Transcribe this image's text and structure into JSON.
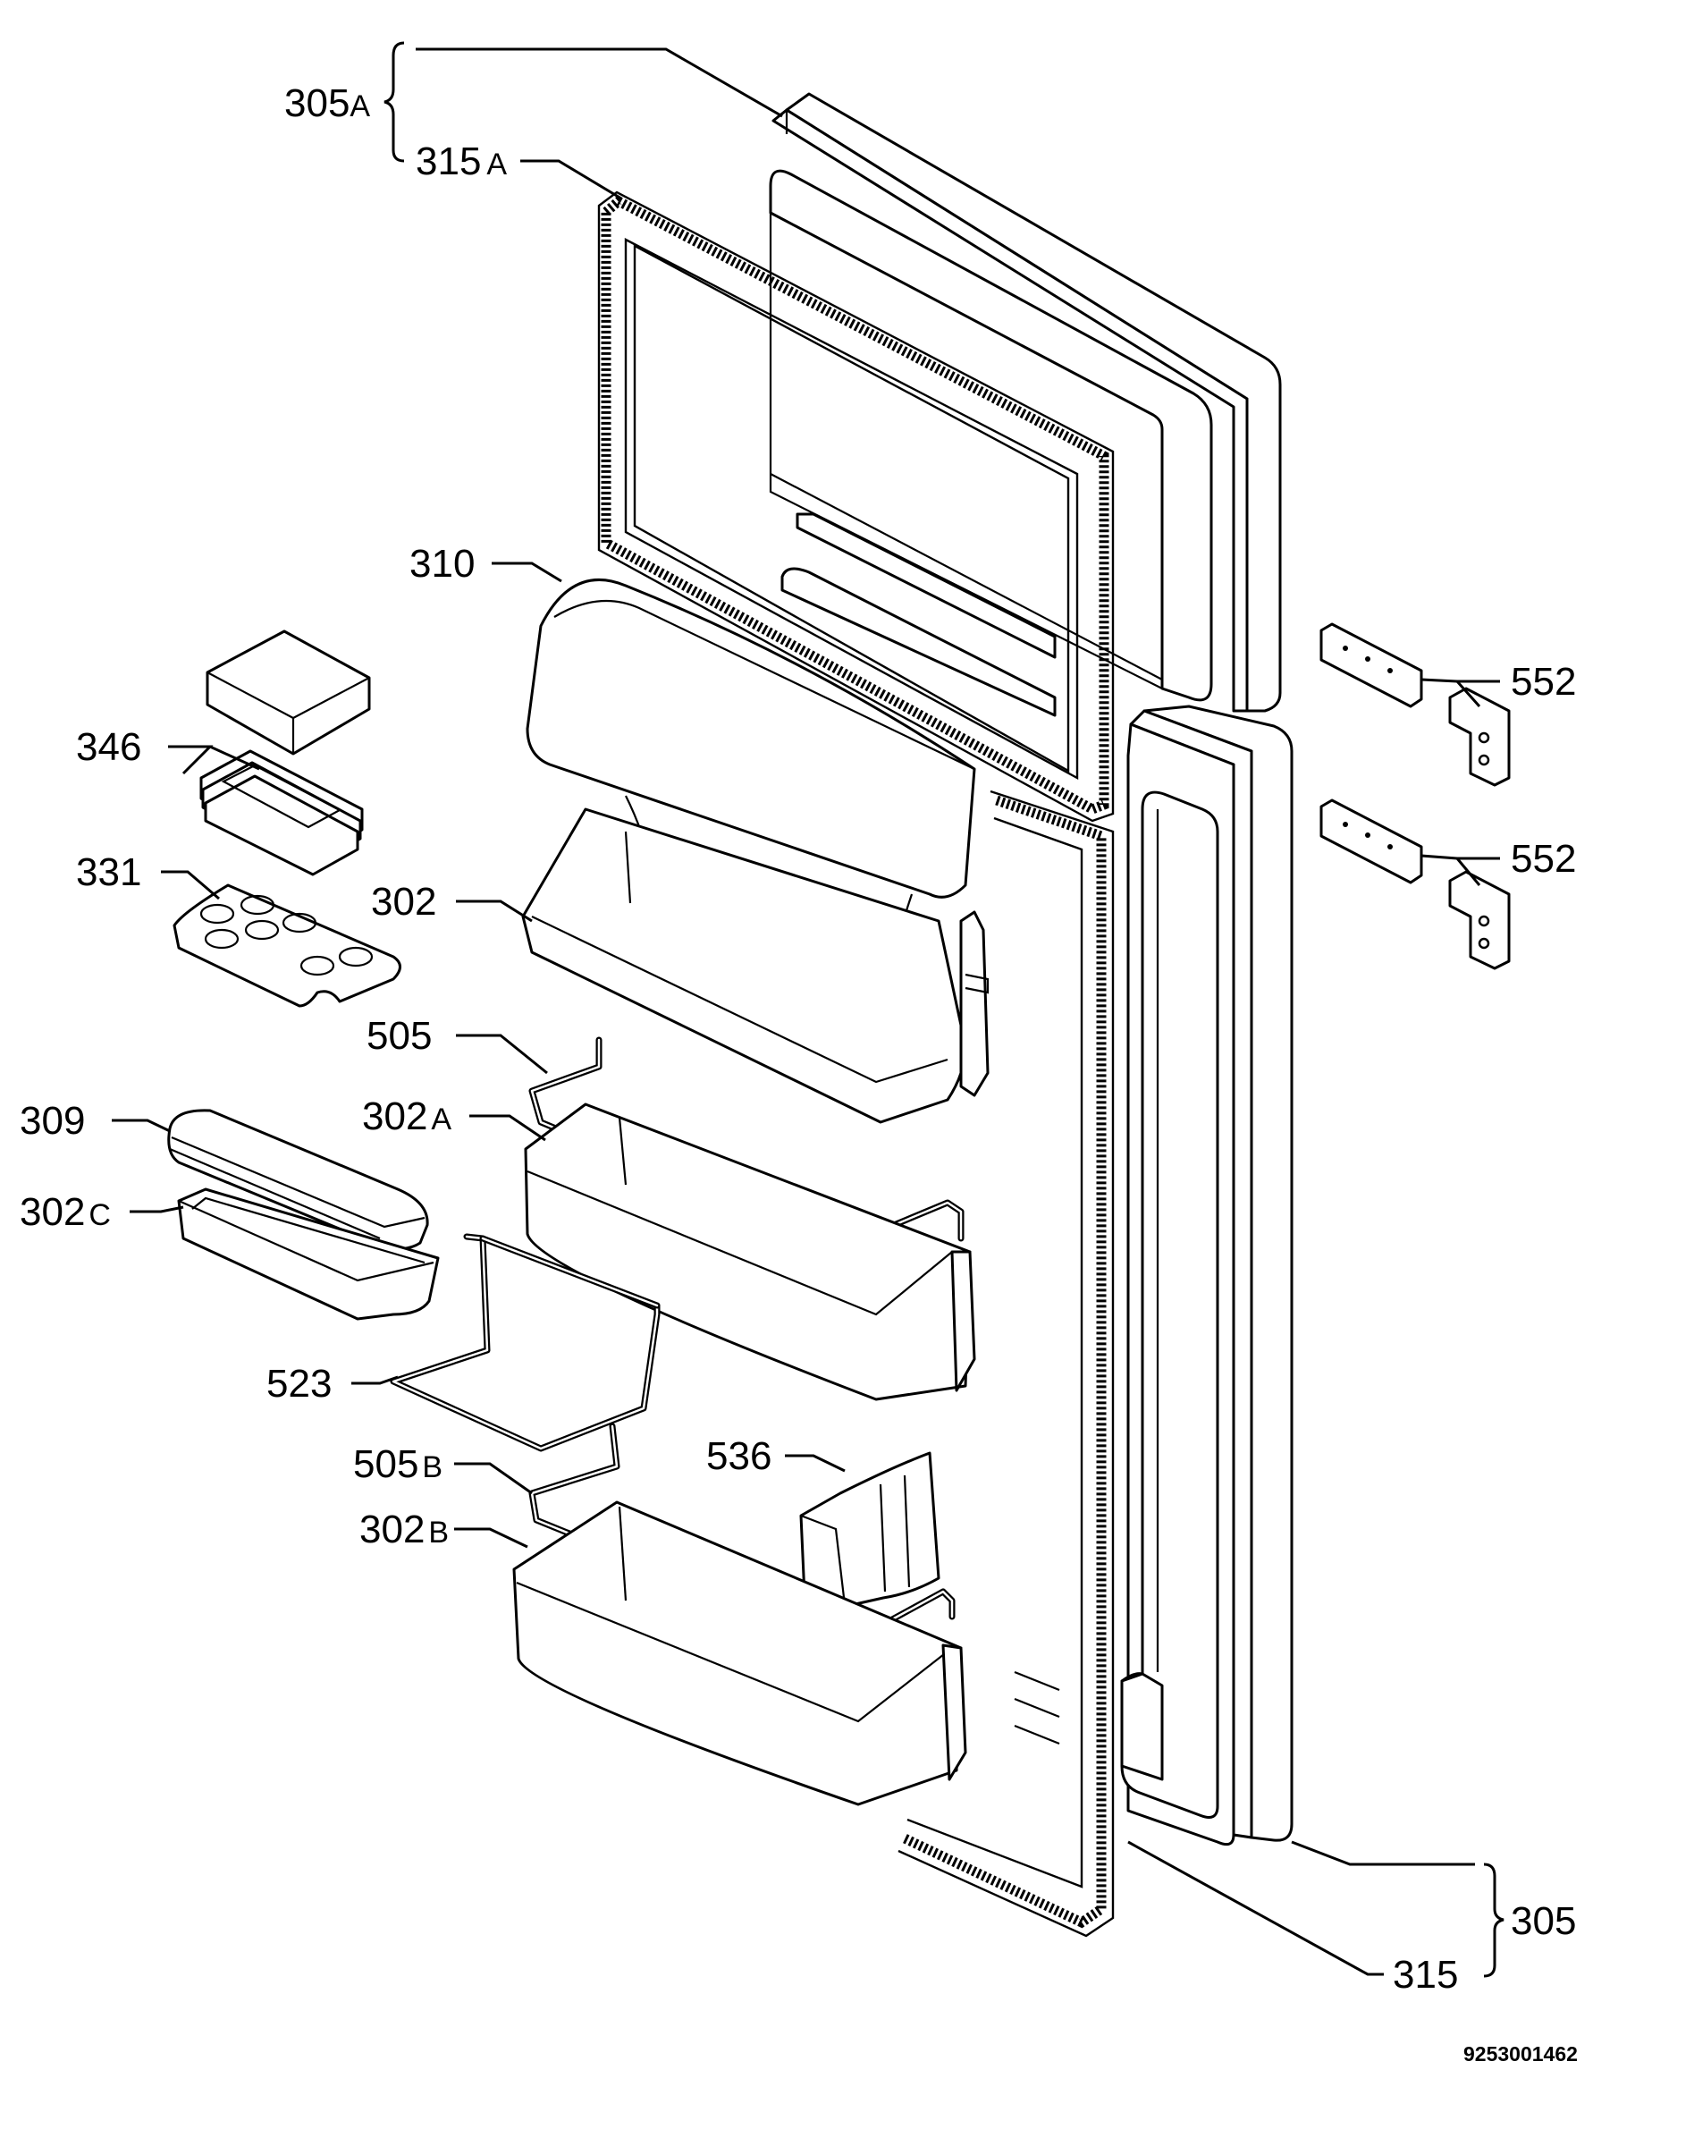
{
  "diagram": {
    "reference_code": "9253001462",
    "labels": [
      {
        "id": "305A",
        "number": "305",
        "suffix": "A"
      },
      {
        "id": "315A",
        "number": "315",
        "suffix": "A"
      },
      {
        "id": "310",
        "number": "310",
        "suffix": ""
      },
      {
        "id": "346",
        "number": "346",
        "suffix": ""
      },
      {
        "id": "331",
        "number": "331",
        "suffix": ""
      },
      {
        "id": "302",
        "number": "302",
        "suffix": ""
      },
      {
        "id": "505",
        "number": "505",
        "suffix": ""
      },
      {
        "id": "302A",
        "number": "302",
        "suffix": "A"
      },
      {
        "id": "309",
        "number": "309",
        "suffix": ""
      },
      {
        "id": "302C",
        "number": "302",
        "suffix": "C"
      },
      {
        "id": "523",
        "number": "523",
        "suffix": ""
      },
      {
        "id": "505B",
        "number": "505",
        "suffix": "B"
      },
      {
        "id": "536",
        "number": "536",
        "suffix": ""
      },
      {
        "id": "302B",
        "number": "302",
        "suffix": "B"
      },
      {
        "id": "552a",
        "number": "552",
        "suffix": ""
      },
      {
        "id": "552b",
        "number": "552",
        "suffix": ""
      },
      {
        "id": "305",
        "number": "305",
        "suffix": ""
      },
      {
        "id": "315",
        "number": "315",
        "suffix": ""
      }
    ]
  }
}
